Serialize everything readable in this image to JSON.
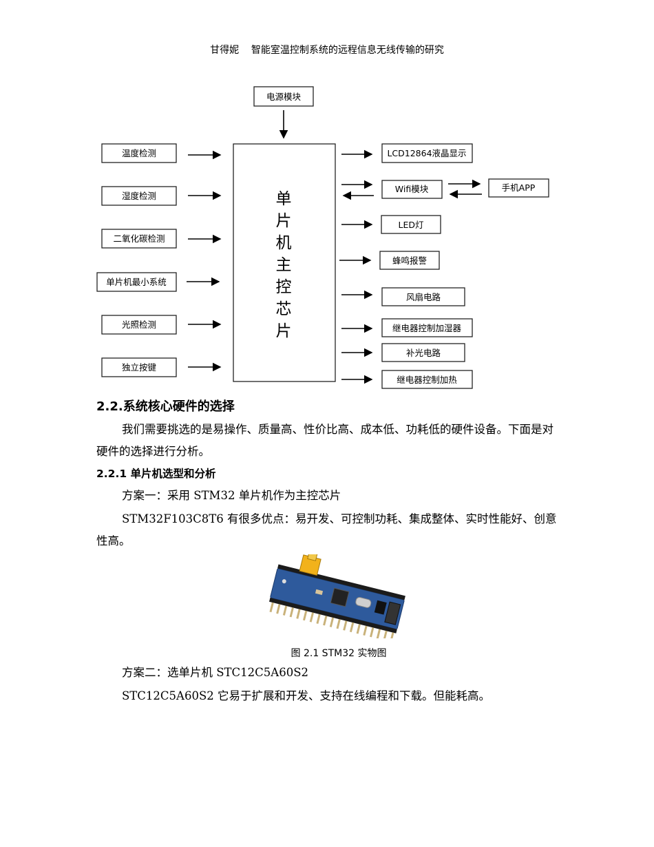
{
  "header": {
    "author": "甘得妮",
    "title": "智能室温控制系统的远程信息无线传输的研究"
  },
  "diagram": {
    "core_label": [
      "单",
      "片",
      "机",
      "主",
      "控",
      "芯",
      "片"
    ],
    "power": "电源模块",
    "inputs": [
      "温度检测",
      "湿度检测",
      "二氧化碳检测",
      "单片机最小系统",
      "光照检测",
      "独立按键"
    ],
    "outputs": [
      "LCD12864液晶显示",
      "Wifi模块",
      "LED灯",
      "蜂鸣报警",
      "风扇电路",
      "继电器控制加湿器",
      "补光电路",
      "继电器控制加热"
    ],
    "phone": "手机APP"
  },
  "section": {
    "heading": "2.2.系统核心硬件的选择",
    "para1": "我们需要挑选的是易操作、质量高、性价比高、成本低、功耗低的硬件设备。下面是对硬件的选择进行分析。",
    "sub_heading": "2.2.1 单片机选型和分析",
    "option1": "方案一：采用 STM32 单片机作为主控芯片",
    "para2": "STM32F103C8T6 有很多优点：易开发、可控制功耗、集成整体、实时性能好、创意性高。",
    "figure_caption": "图 2.1 STM32 实物图",
    "option2": "方案二：选单片机 STC12C5A60S2",
    "para3": "STC12C5A60S2 它易于扩展和开发、支持在线编程和下载。但能耗高。"
  }
}
